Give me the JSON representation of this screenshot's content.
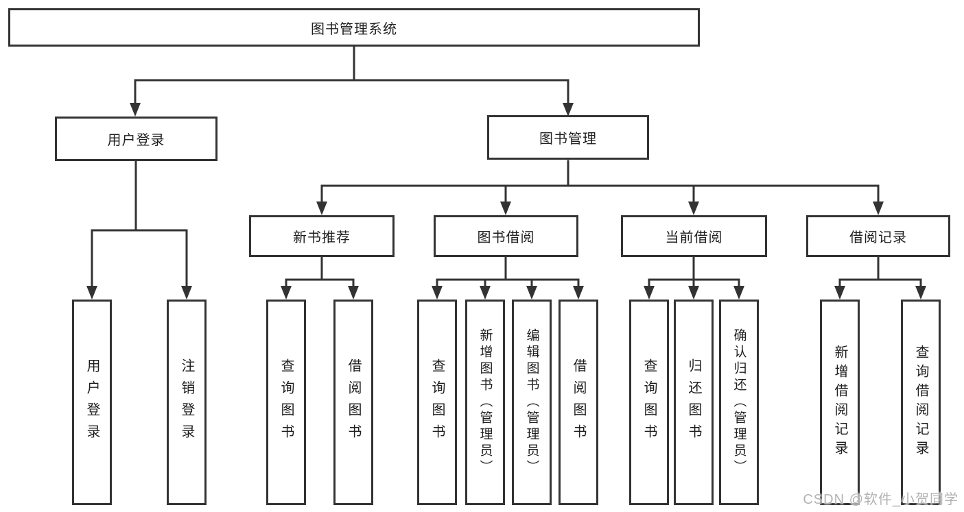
{
  "diagram": {
    "title": "图书管理系统",
    "branches": [
      {
        "label": "用户登录",
        "children": [
          {
            "label": "用户登录"
          },
          {
            "label": "注销登录"
          }
        ]
      },
      {
        "label": "图书管理",
        "children": [
          {
            "label": "新书推荐",
            "children": [
              {
                "label": "查询图书"
              },
              {
                "label": "借阅图书"
              }
            ]
          },
          {
            "label": "图书借阅",
            "children": [
              {
                "label": "查询图书"
              },
              {
                "label": "新增图书（管理员）"
              },
              {
                "label": "编辑图书（管理员）"
              },
              {
                "label": "借阅图书"
              }
            ]
          },
          {
            "label": "当前借阅",
            "children": [
              {
                "label": "查询图书"
              },
              {
                "label": "归还图书"
              },
              {
                "label": "确认归还（管理员）"
              }
            ]
          },
          {
            "label": "借阅记录",
            "children": [
              {
                "label": "新增借阅记录"
              },
              {
                "label": "查询借阅记录"
              }
            ]
          }
        ]
      }
    ]
  },
  "watermark": "CSDN @软件_小贺同学",
  "colors": {
    "line": "#333333",
    "text": "#1f1f1f",
    "watermark_text": "#b3b3b3",
    "background": "#ffffff"
  }
}
